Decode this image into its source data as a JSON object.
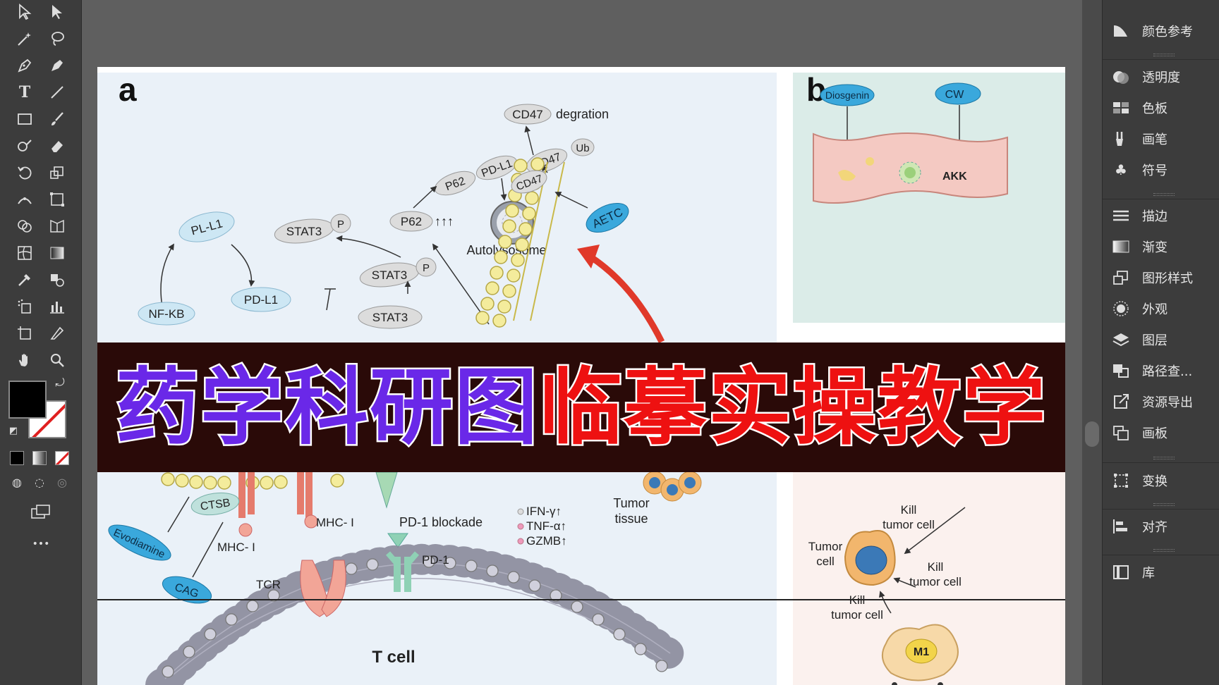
{
  "canvas": {
    "panel_a_letter": "a",
    "panel_b_letter": "b",
    "labels": {
      "cd47_degration": "degration",
      "cd47": "CD47",
      "ub": "Ub",
      "pd_l1": "PD-L1",
      "p62": "P62",
      "p62_up": "P62",
      "arrows_up": "↑↑↑",
      "autolysosome": "Autolysosome",
      "aetc": "AETC",
      "pl_l1": "PL-L1",
      "stat3": "STAT3",
      "p": "P",
      "nf_kb": "NF-KB",
      "pd_l1_low": "PD-L1",
      "stat3_b": "STAT3",
      "ctsb": "CTSB",
      "mhc1_a": "MHC- I",
      "mhc1_b": "MHC- I",
      "pd1_blockade": "PD-1 blockade",
      "ifn": "IFN-γ↑",
      "tnf": "TNF-α↑",
      "gzmb": "GZMB↑",
      "tumor_tissue_1": "Tumor",
      "tumor_tissue_2": "tissue",
      "pd1": "PD-1",
      "evodiamine": "Evodiamine",
      "cag": "CAG",
      "tcr": "TCR",
      "t_cell": "T cell",
      "diosgenin": "Diosgenin",
      "cw": "CW",
      "akk": "AKK",
      "kill_tumor_1a": "Kill",
      "kill_tumor_1b": "tumor cell",
      "kill_tumor_2a": "Kill",
      "kill_tumor_2b": "tumor cell",
      "kill_tumor_3a": "Kill",
      "kill_tumor_3b": "tumor cell",
      "tumor_cell_1": "Tumor",
      "tumor_cell_2": "cell",
      "m1": "M1"
    }
  },
  "banner": {
    "part1": "药学科研图",
    "part2": "临摹实操教学"
  },
  "right_panel": {
    "items": [
      {
        "label": "颜色参考",
        "icon": "color-guide-icon"
      },
      {
        "label": "透明度",
        "icon": "transparency-icon"
      },
      {
        "label": "色板",
        "icon": "swatches-icon"
      },
      {
        "label": "画笔",
        "icon": "brushes-icon"
      },
      {
        "label": "符号",
        "icon": "symbols-icon"
      },
      {
        "label": "描边",
        "icon": "stroke-icon"
      },
      {
        "label": "渐变",
        "icon": "gradient-icon"
      },
      {
        "label": "图形样式",
        "icon": "graphic-styles-icon"
      },
      {
        "label": "外观",
        "icon": "appearance-icon"
      },
      {
        "label": "图层",
        "icon": "layers-icon"
      },
      {
        "label": "路径查...",
        "icon": "pathfinder-icon"
      },
      {
        "label": "资源导出",
        "icon": "asset-export-icon"
      },
      {
        "label": "画板",
        "icon": "artboards-icon"
      },
      {
        "label": "变换",
        "icon": "transform-icon"
      },
      {
        "label": "对齐",
        "icon": "align-icon"
      },
      {
        "label": "库",
        "icon": "libraries-icon"
      }
    ]
  },
  "toolbar": {
    "more_label": "•••"
  }
}
